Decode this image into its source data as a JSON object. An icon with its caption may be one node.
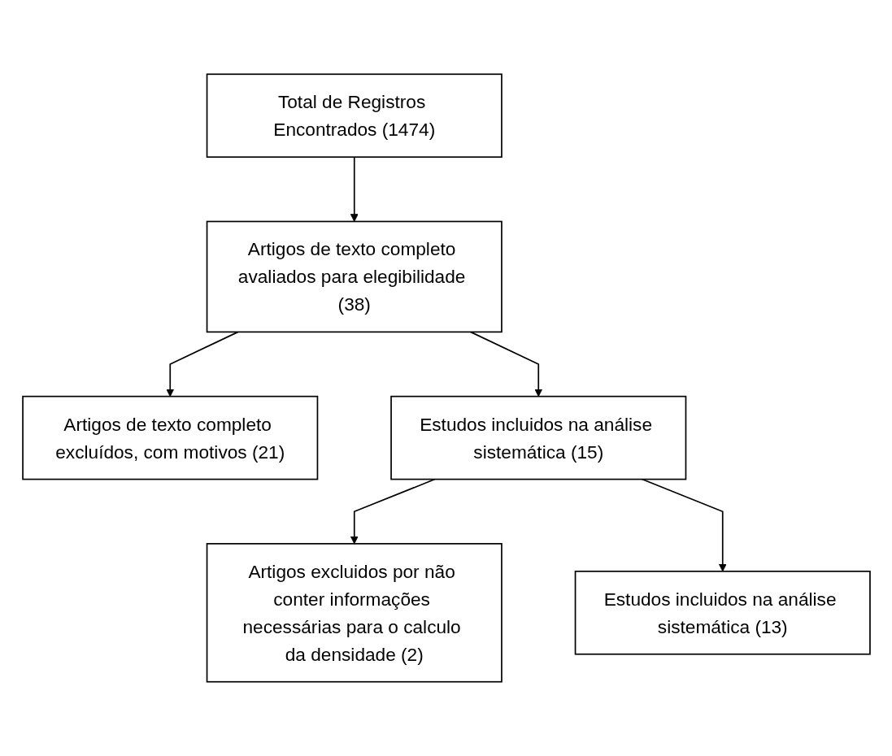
{
  "diagram": {
    "nodes": [
      {
        "text": [
          "Total de Registros Encontrados (1474)"
        ]
      },
      {
        "text": [
          "Artigos de texto completo avaliados para elegibilidade (38)"
        ]
      },
      {
        "text": [
          "Artigos de texto completo excluídos, com motivos (21)"
        ]
      },
      {
        "text": [
          "Estudos incluidos na análise sistemática (15)"
        ]
      },
      {
        "text": [
          "Artigos excluidos por não conter informações necessárias para o calculo da densidade (2)"
        ]
      },
      {
        "text": [
          "Estudos incluidos na análise sistemática (13)"
        ]
      }
    ],
    "edges": [
      {
        "from": 0,
        "to": 1,
        "arrow": "to"
      },
      {
        "from": 1,
        "to": 2,
        "arrow": "to"
      },
      {
        "from": 1,
        "to": 3,
        "arrow": "to"
      },
      {
        "from": 3,
        "to": 4,
        "arrow": "to"
      },
      {
        "from": 3,
        "to": 5,
        "arrow": "to"
      }
    ]
  }
}
